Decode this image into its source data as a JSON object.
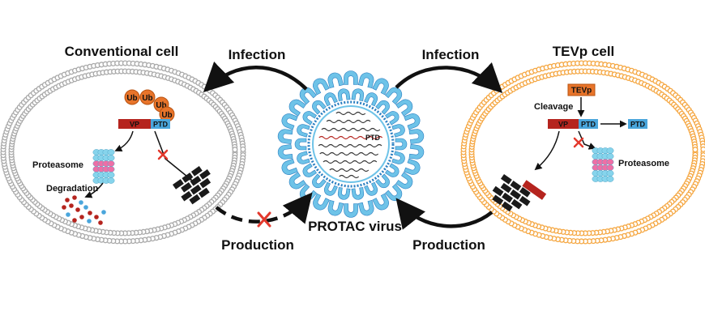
{
  "colors": {
    "background": "#ffffff",
    "conventional_membrane": "#a9a9a9",
    "tevp_membrane": "#f5a742",
    "virus_capsid": "#6ec3e8",
    "virus_capsid_dark": "#2b7fc1",
    "vp_segment": "#b5241e",
    "ptd_segment": "#4aa6dc",
    "ubiquitin": "#e8742a",
    "tevp_box": "#e8742a",
    "proteasome_body": "#86d4ec",
    "proteasome_ring": "#ee6fa6",
    "inhibition_mark": "#e3382c",
    "aggregate": "#1a1a1a",
    "arrow": "#111111"
  },
  "diagram": {
    "conventional_cell": {
      "title": "Conventional cell",
      "ub_labels": [
        "Ub",
        "Ub",
        "Ub",
        "Ub"
      ],
      "vp_label": "VP",
      "ptd_label": "PTD",
      "proteasome_label": "Proteasome",
      "degradation_label": "Degradation",
      "membrane_icon": "lipid-bilayer-icon",
      "blocked_icon": "red-x-icon"
    },
    "tevp_cell": {
      "title": "TEVp cell",
      "tevp_label": "TEVp",
      "cleavage_label": "Cleavage",
      "vp_label": "VP",
      "ptd_label": "PTD",
      "free_ptd_label": "PTD",
      "proteasome_label": "Proteasome",
      "membrane_icon": "lipid-bilayer-icon",
      "blocked_icon": "red-x-icon"
    },
    "virus": {
      "label": "PROTAC virus",
      "genome_label": "PTD",
      "icon": "virus-particle-icon"
    },
    "arrows": {
      "infection_left": "Infection",
      "infection_right": "Infection",
      "production_left": "Production",
      "production_right": "Production"
    }
  }
}
